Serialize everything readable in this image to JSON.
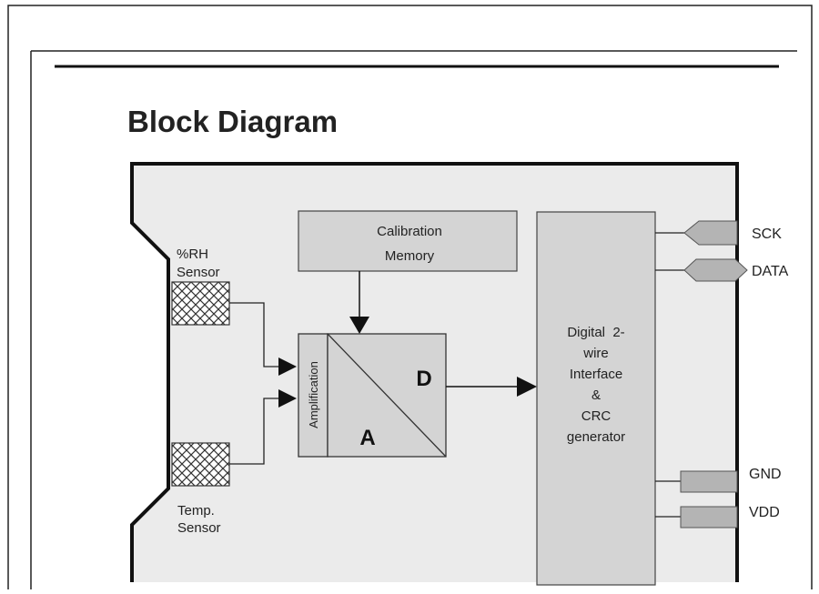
{
  "heading": "Block Diagram",
  "sensors": {
    "rh_line1": "%RH",
    "rh_line2": "Sensor",
    "temp_line1": "Temp.",
    "temp_line2": "Sensor"
  },
  "calibration": {
    "line1": "Calibration",
    "line2": "Memory"
  },
  "converter": {
    "amp_label": "Amplification",
    "letter_d": "D",
    "letter_a": "A"
  },
  "interface": {
    "lines": [
      "Digital  2-",
      "wire",
      "Interface",
      "&",
      "CRC",
      "generator"
    ]
  },
  "pins": {
    "sck": "SCK",
    "data": "DATA",
    "gnd": "GND",
    "vdd": "VDD"
  },
  "colors": {
    "fill": "#ebebeb",
    "box": "#d4d4d4",
    "pin": "#b4b4b4",
    "line": "#111111"
  }
}
